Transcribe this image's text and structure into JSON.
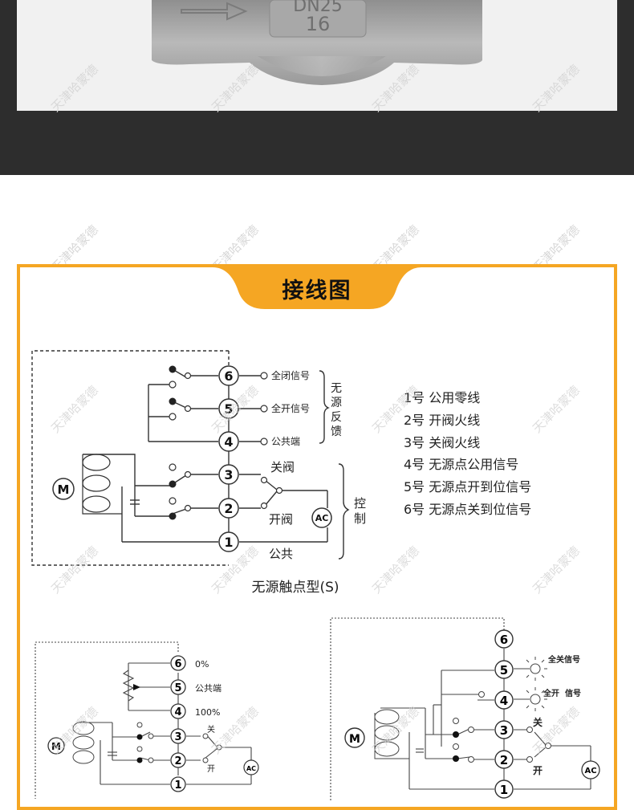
{
  "product_photo": {
    "cast_marks": [
      "DN25",
      "16"
    ],
    "arrow_icon": "flow-arrow-icon"
  },
  "section_title": "接线图",
  "watermark": "天津哈蒙德",
  "diagram_main": {
    "terminals": [
      "1",
      "2",
      "3",
      "4",
      "5",
      "6"
    ],
    "motor_label": "M",
    "ac_label": "AC",
    "feedback_labels": {
      "t6": "全闭信号",
      "t5": "全开信号",
      "t4": "公共端"
    },
    "feedback_group": [
      "无",
      "源",
      "反",
      "馈"
    ],
    "control_labels": {
      "close": "关阀",
      "open": "开阀",
      "common": "公共"
    },
    "control_group": [
      "控",
      "制"
    ],
    "caption": "无源触点型(S)"
  },
  "legend": [
    "1号  公用零线",
    "2号  开阀火线",
    "3号  关阀火线",
    "4号  无源点公用信号",
    "5号  无源点开到位信号",
    "6号  无源点关到位信号"
  ],
  "diagram_left": {
    "terminals": [
      "1",
      "2",
      "3",
      "4",
      "5",
      "6"
    ],
    "labels": {
      "t6": "0%",
      "t5": "公共端",
      "t4": "100%",
      "close": "关",
      "open": "开"
    },
    "motor_label": "M",
    "ac_label": "AC"
  },
  "diagram_right": {
    "terminals": [
      "1",
      "2",
      "3",
      "4",
      "5",
      "6"
    ],
    "labels": {
      "t5": "全关信号",
      "t4a": "全开",
      "t4b": "信号",
      "close": "关",
      "open": "开"
    },
    "motor_label": "M",
    "ac_label": "AC"
  },
  "colors": {
    "accent": "#f5a623",
    "dark_band": "#2d2d2d",
    "line": "#333333"
  }
}
